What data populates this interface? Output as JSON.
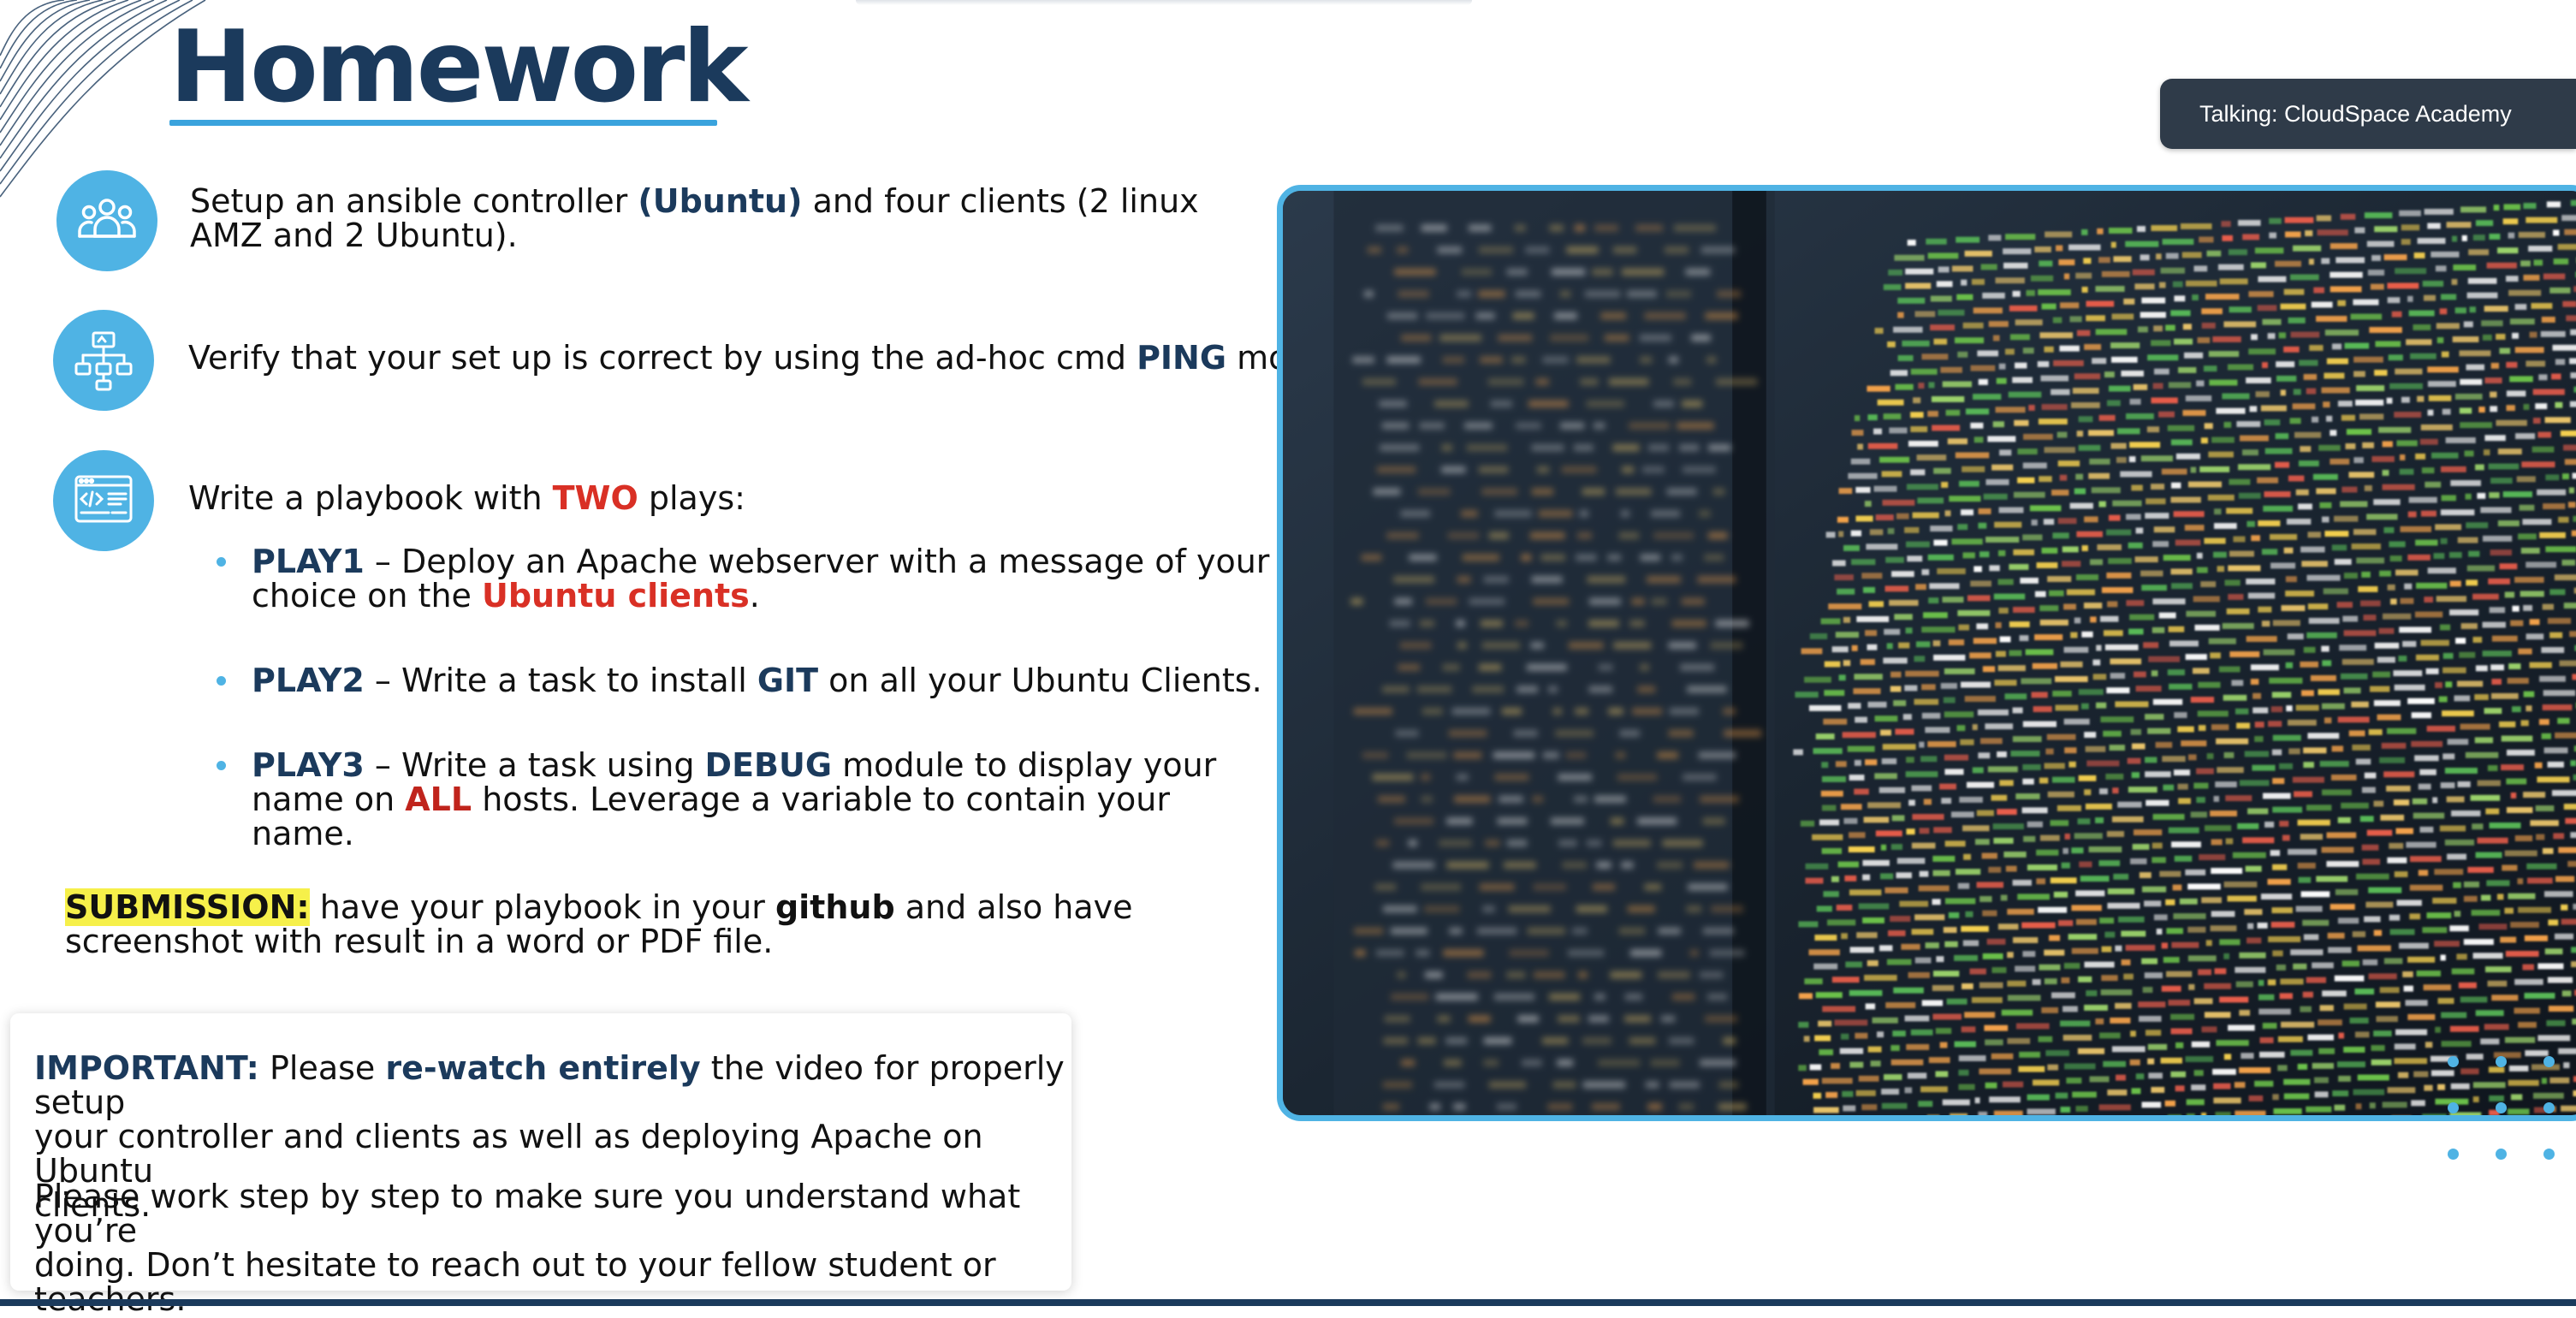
{
  "slide": {
    "title": "Homework"
  },
  "meeting": {
    "talking_label": "Talking: CloudSpace Academy"
  },
  "tasks": [
    {
      "icon": "users-icon",
      "line1_a": "Setup an ansible controller ",
      "line1_b": "(Ubuntu)",
      "line1_c": " and four clients (2 linux",
      "line2": "AMZ and 2 Ubuntu)."
    },
    {
      "icon": "network-icon",
      "a": "Verify that your set up is correct by using the ad-hoc cmd ",
      "b": "PING",
      "c": " module."
    },
    {
      "icon": "code-window-icon",
      "a": "Write a playbook with ",
      "b": "TWO",
      "c": " plays:"
    }
  ],
  "plays": [
    {
      "label": "PLAY1",
      "line1": " – Deploy an Apache webserver with a message of your",
      "line2_a": "choice on the ",
      "line2_b": "Ubuntu clients",
      "line2_c": "."
    },
    {
      "label": "PLAY2",
      "a": " – Write a task to install ",
      "b": "GIT",
      "c": " on all your Ubuntu Clients."
    },
    {
      "label": "PLAY3",
      "line1_a": " – Write a task using ",
      "line1_b": "DEBUG",
      "line1_c": " module to display your",
      "line2_a": "name on ",
      "line2_b": "ALL",
      "line2_c": " hosts. Leverage a variable to contain your",
      "line3": "name."
    }
  ],
  "submission": {
    "label": "SUBMISSION:",
    "line1_a": " have your playbook in your ",
    "line1_b": "github",
    "line1_c": " and also have",
    "line2": "screenshot with result in a word or PDF file."
  },
  "important": {
    "label": "IMPORTANT:",
    "p1_line1_a": " Please ",
    "p1_line1_b": "re-watch entirely",
    "p1_line1_c": " the video for properly setup",
    "p1_line2": "your controller and clients as well as deploying Apache on Ubuntu",
    "p1_line3": "clients.",
    "p2_line1": "Please work step by step to make sure you understand what you’re",
    "p2_line2": "doing. Don’t hesitate to reach out to your fellow student or teachers."
  },
  "colors": {
    "navy": "#1b3a5c",
    "accent_blue": "#4fb3e4",
    "red": "#d93025",
    "highlight_yellow": "#f6f04a",
    "banner_bg": "#2f3b49"
  }
}
